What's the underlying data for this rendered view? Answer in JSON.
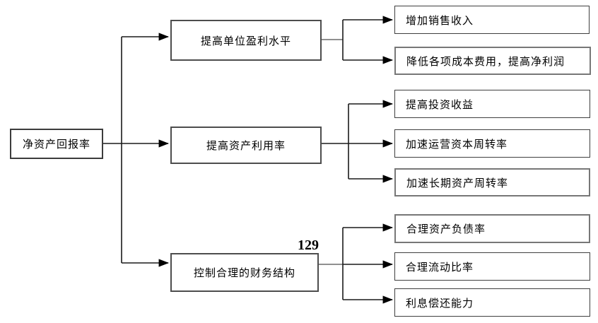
{
  "page_number": "129",
  "colors": {
    "background": "#ffffff",
    "box_border": "#4d4d4d",
    "line": "#1a1a1a",
    "gray_line": "#808080",
    "text": "#000000"
  },
  "tree": {
    "root": "净资产回报率",
    "branches": [
      {
        "label": "提高单位盈利水平",
        "children": [
          "增加销售收入",
          "降低各项成本费用，提高净利润"
        ]
      },
      {
        "label": "提高资产利用率",
        "children": [
          "提高投资收益",
          "加速运营资本周转率",
          "加速长期资产周转率"
        ]
      },
      {
        "label": "控制合理的财务结构",
        "children": [
          "合理资产负债率",
          "合理流动比率",
          "利息偿还能力"
        ]
      }
    ]
  }
}
